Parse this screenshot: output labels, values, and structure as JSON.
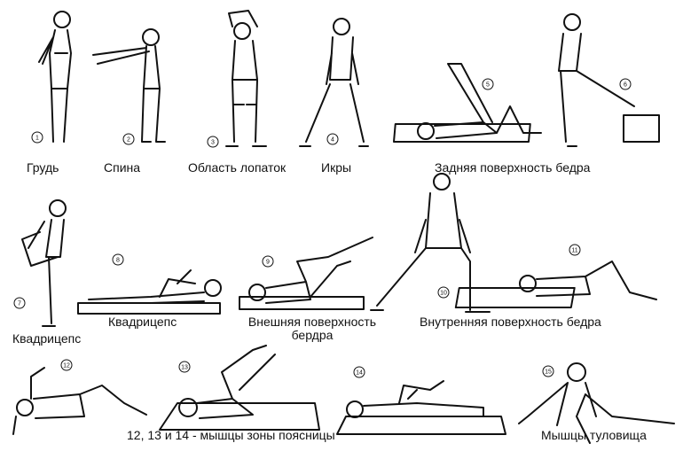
{
  "labels": {
    "chest": "Грудь",
    "back": "Спина",
    "shoulder_blades": "Область лопаток",
    "calves": "Икры",
    "hamstrings": "Задняя поверхность бедра",
    "quadriceps_standing": "Квадрицепс",
    "quadriceps_lying": "Квадрицепс",
    "outer_thigh_line1": "Внешняя поверхность",
    "outer_thigh_line2": "бердра",
    "inner_thigh": "Внутренняя поверхность бедра",
    "lower_back": "12, 13 и 14 - мышцы зоны поясницы",
    "torso": "Мышцы туловища"
  },
  "exercise_numbers": [
    "1",
    "2",
    "3",
    "4",
    "5",
    "6",
    "7",
    "8",
    "9",
    "10",
    "11",
    "12",
    "13",
    "14",
    "15"
  ]
}
